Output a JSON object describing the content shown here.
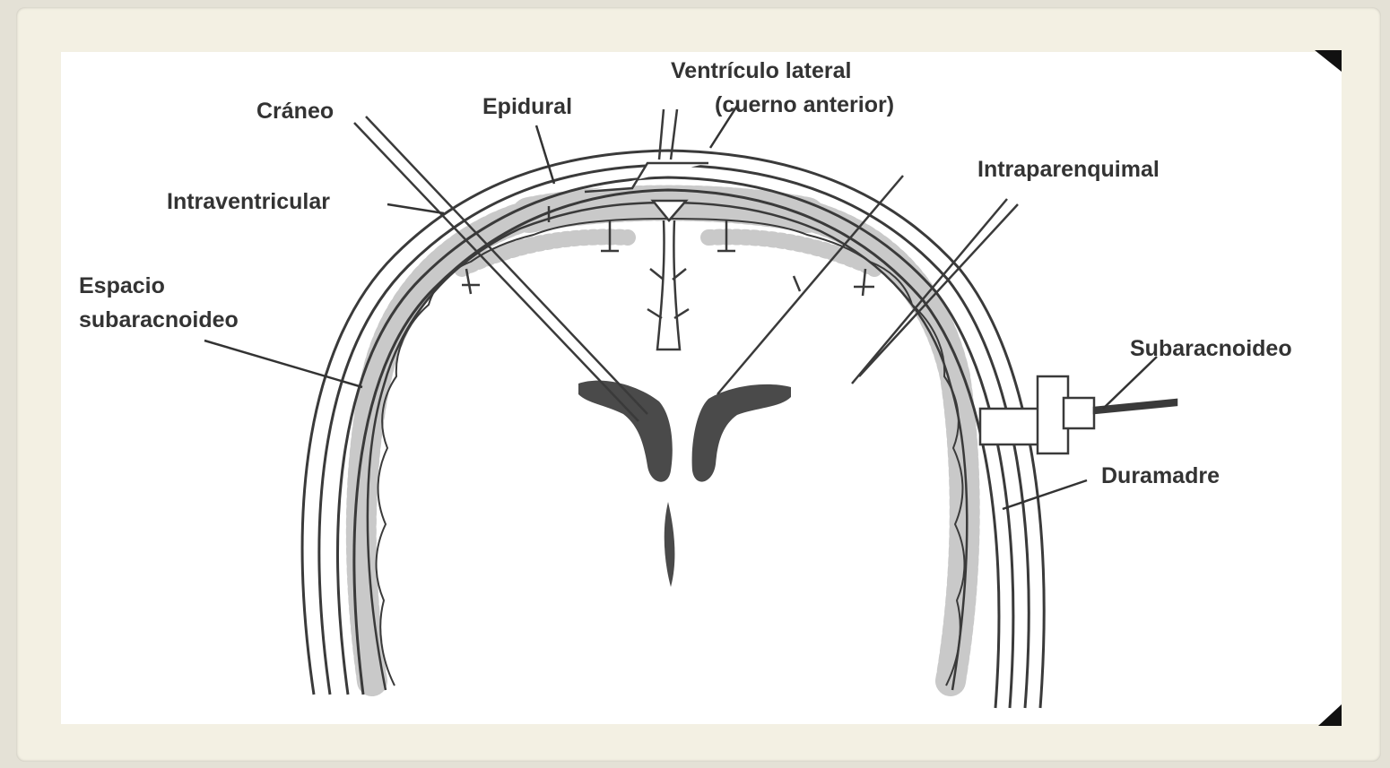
{
  "labels": {
    "craneo": "Cráneo",
    "epidural": "Epidural",
    "ventriculo_lateral_line1": "Ventrículo lateral",
    "ventriculo_lateral_line2": "(cuerno anterior)",
    "intraparenquimal": "Intraparenquimal",
    "intraventricular": "Intraventricular",
    "espacio_line1": "Espacio",
    "espacio_line2": "subaracnoideo",
    "subaracnoideo": "Subaracnoideo",
    "duramadre": "Duramadre"
  },
  "colors": {
    "background": "#e4e1d6",
    "frame": "#f3f0e3",
    "panel": "#ffffff",
    "line": "#3a3a3a",
    "ventricle": "#4a4a4a",
    "cortex": "#c8c8c8"
  }
}
